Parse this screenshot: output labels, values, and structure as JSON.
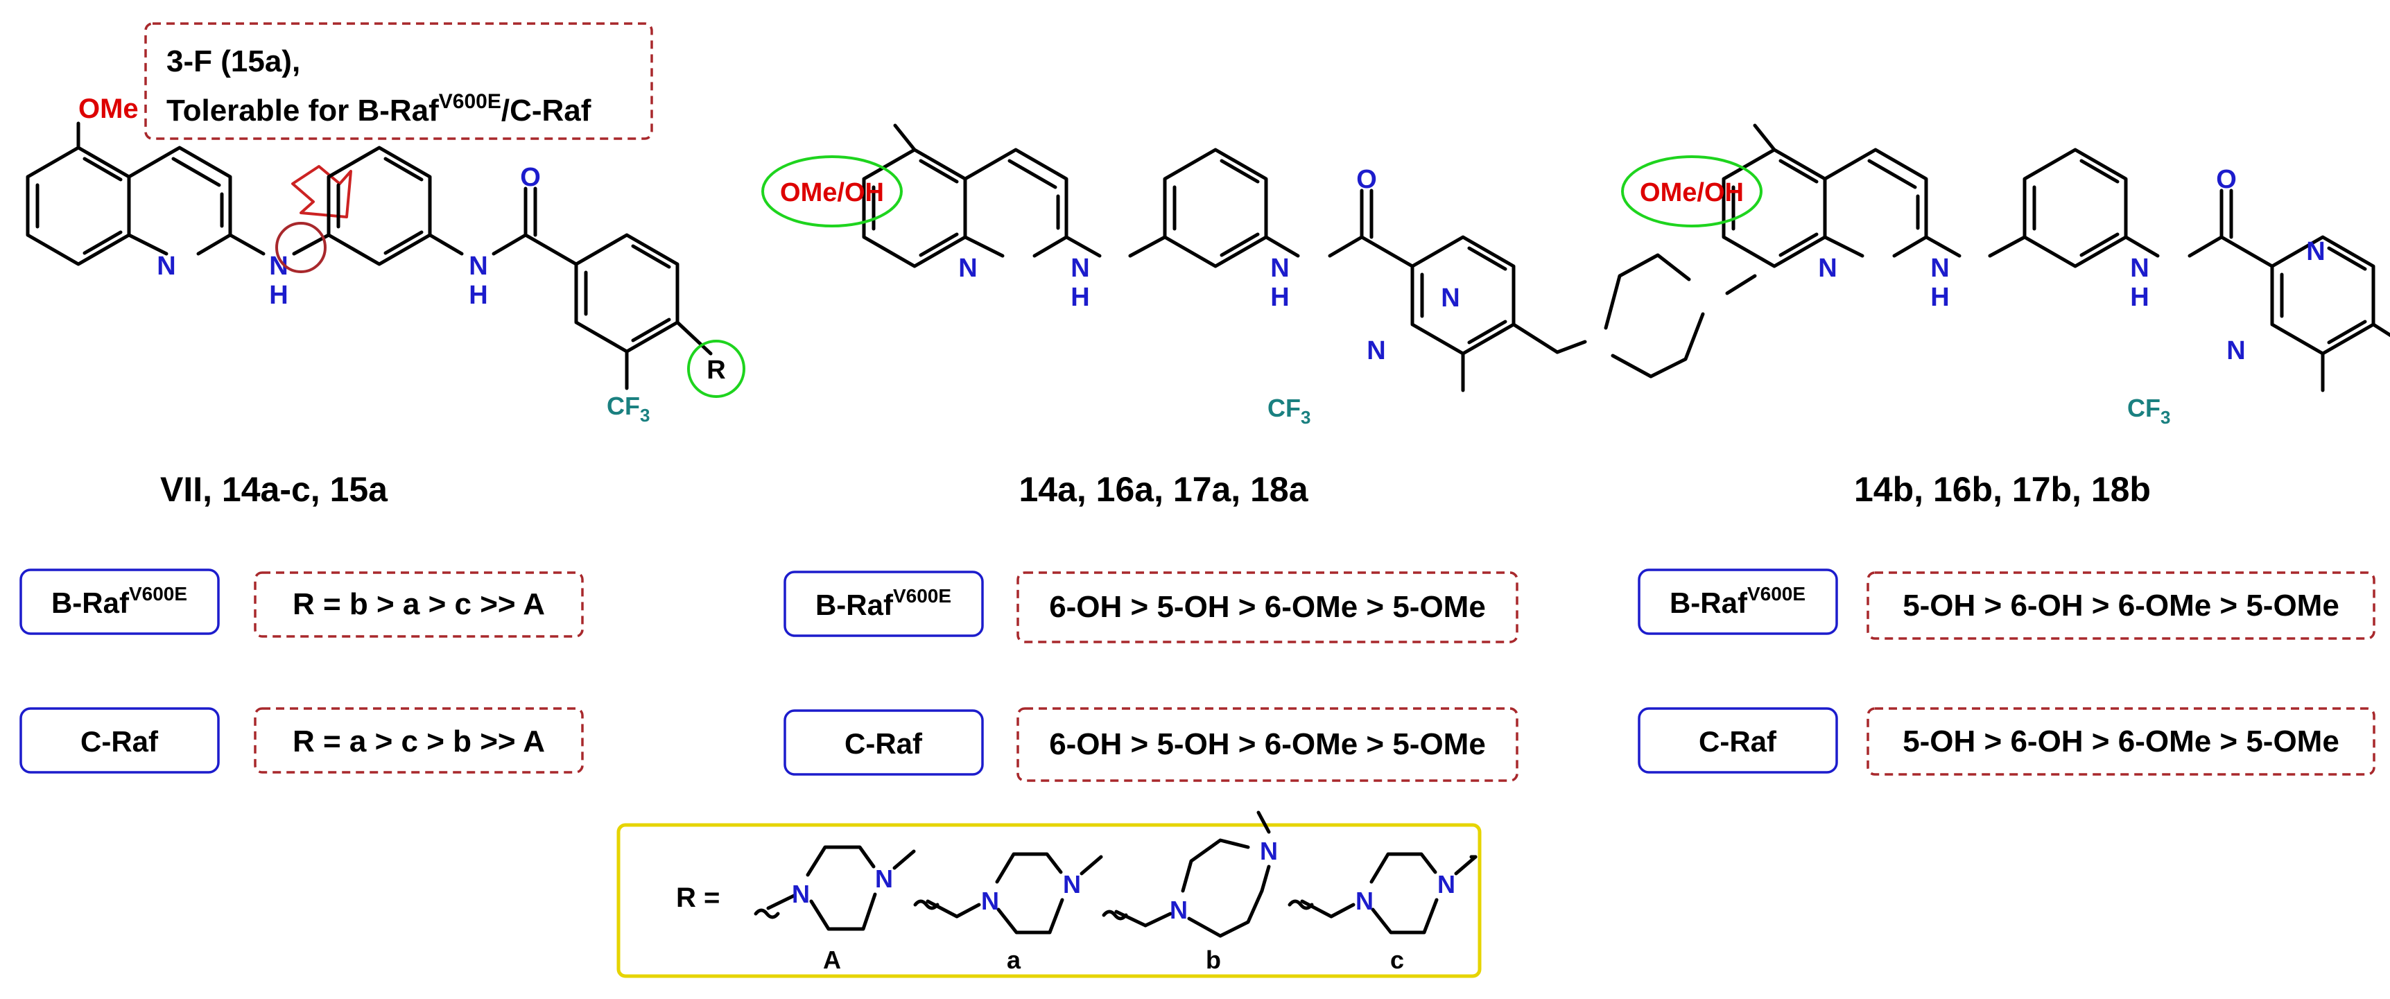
{
  "callout": {
    "line1": "3-F (15a),",
    "line2_prefix": "Tolerable for B-Raf",
    "line2_sup": "V600E",
    "line2_suffix": "/C-Raf"
  },
  "colors": {
    "red": "#dd0000",
    "blue": "#1c1ccc",
    "teal": "#1a8080",
    "green": "#1ed41e",
    "dark_red": "#a8282c",
    "yellow": "#e6d400"
  },
  "structure1": {
    "substituent": "OMe",
    "n_ring": "N",
    "nh_n": "N",
    "nh_h": "H",
    "amide_o": "O",
    "amide_n": "N",
    "amide_h": "H",
    "r": "R",
    "cf3": "CF",
    "cf3_sub": "3",
    "caption": "VII, 14a-c, 15a"
  },
  "structure2": {
    "substituent": "OMe/OH",
    "n_ring": "N",
    "nh_n": "N",
    "nh_h": "H",
    "amide_o": "O",
    "amide_n": "N",
    "amide_h": "H",
    "pip_n1": "N",
    "pip_n2": "N",
    "cf3": "CF",
    "cf3_sub": "3",
    "caption": "14a, 16a, 17a, 18a"
  },
  "structure3": {
    "substituent": "OMe/OH",
    "n_ring": "N",
    "nh_n": "N",
    "nh_h": "H",
    "amide_o": "O",
    "amide_n": "N",
    "amide_h": "H",
    "pip_n1": "N",
    "pip_n2": "N",
    "cf3": "CF",
    "cf3_sub": "3",
    "caption": "14b, 16b, 17b, 18b"
  },
  "sar": [
    {
      "braf_label": "B-Raf",
      "braf_sup": "V600E",
      "braf_order": "R = b > a > c >> A",
      "craf_label": "C-Raf",
      "craf_order": "R = a > c > b >> A"
    },
    {
      "braf_label": "B-Raf",
      "braf_sup": "V600E",
      "braf_order": "6-OH > 5-OH > 6-OMe > 5-OMe",
      "craf_label": "C-Raf",
      "craf_order": "6-OH > 5-OH > 6-OMe > 5-OMe"
    },
    {
      "braf_label": "B-Raf",
      "braf_sup": "V600E",
      "braf_order": "5-OH > 6-OH > 6-OMe > 5-OMe",
      "craf_label": "C-Raf",
      "craf_order": "5-OH > 6-OH > 6-OMe > 5-OMe"
    }
  ],
  "legend": {
    "r_eq": "R =",
    "n": "N",
    "groups": [
      {
        "label": "A"
      },
      {
        "label": "a"
      },
      {
        "label": "b"
      },
      {
        "label": "c"
      }
    ]
  }
}
